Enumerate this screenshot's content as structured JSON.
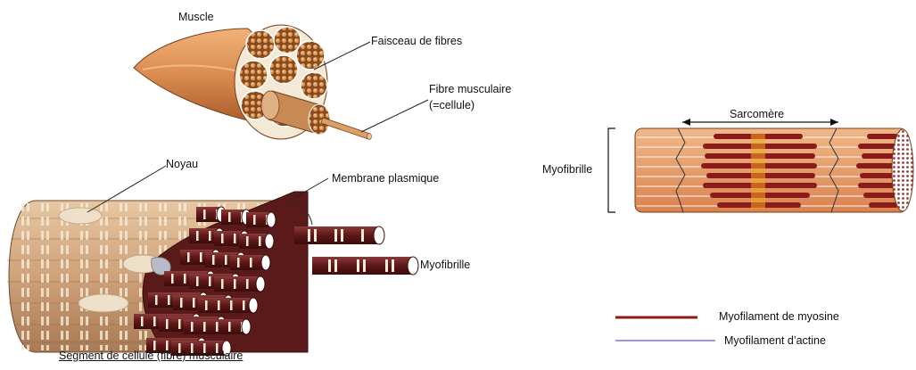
{
  "labels": {
    "muscle": "Muscle",
    "fascicle": "Faisceau de fibres",
    "fiber_line1": "Fibre musculaire",
    "fiber_line2": "(=cellule)",
    "nucleus": "Noyau",
    "membrane": "Membrane plasmique",
    "myofibril_left": "Myofibrille",
    "segment_caption": "Segment de cellule (fibre) musculaire",
    "sarcomere": "Sarcomère",
    "myofibril_right": "Myofibrille"
  },
  "legend": [
    {
      "label": "Myofilament de myosine",
      "color": "#8b1a1a"
    },
    {
      "label": "Myofilament d’actine",
      "color": "#5b5bd6"
    }
  ],
  "colors": {
    "muscle_body": "#d98a4e",
    "fiber_tan": "#c99a6e",
    "fiber_pale": "#e6c9a6",
    "myofibril_dark": "#6b1f1f",
    "myofibril_light": "#e8a070",
    "myosin": "#8b1a1a",
    "actin_band": "#f0b27a",
    "hzone": "#f5a623"
  }
}
